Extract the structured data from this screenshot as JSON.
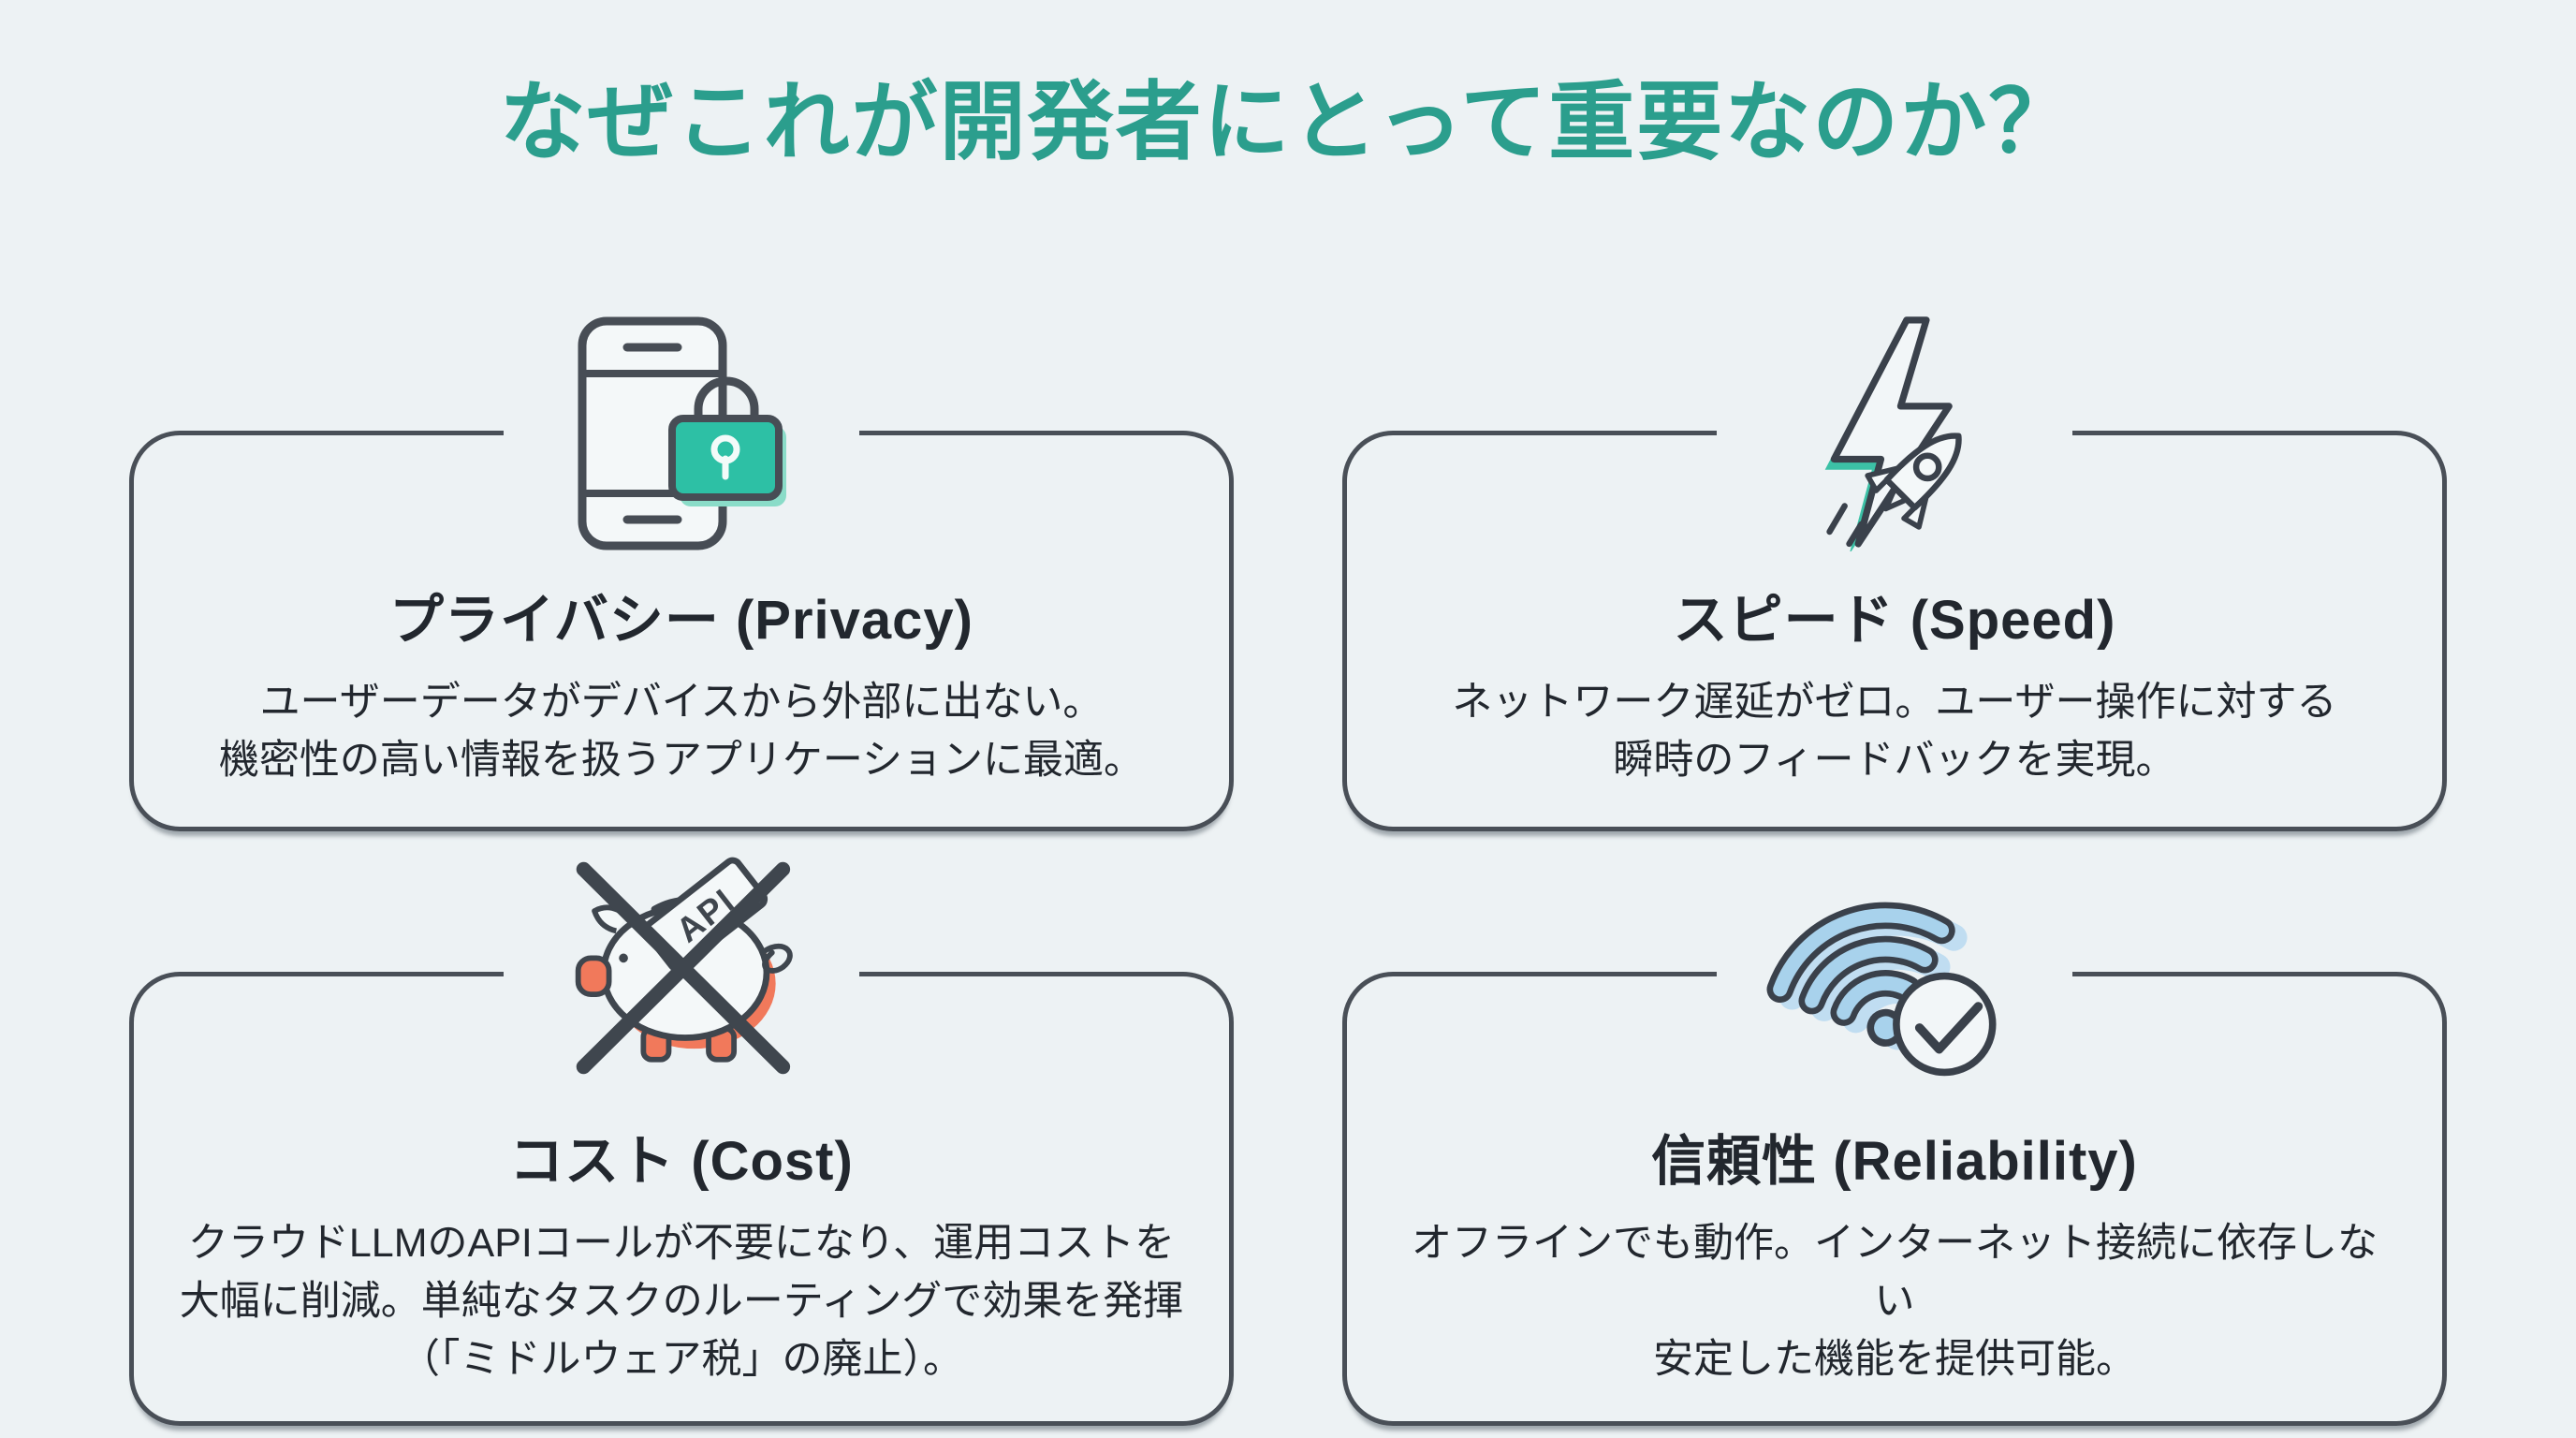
{
  "page": {
    "title": "なぜこれが開発者にとって重要なのか？",
    "background_color": "#edf2f4",
    "accent_color": "#2b9e8d",
    "card_border_color": "#494f57",
    "text_color": "#22272e"
  },
  "cards": [
    {
      "id": "privacy",
      "icon": "smartphone-lock-icon",
      "icon_colors": {
        "lock_fill": "#2dc0a5",
        "lock_shadow": "#8adcc8",
        "outline": "#474d55"
      },
      "title": "プライバシー (Privacy)",
      "body": "ユーザーデータがデバイスから外部に出ない。\n機密性の高い情報を扱うアプリケーションに最適。"
    },
    {
      "id": "speed",
      "icon": "lightning-rocket-icon",
      "icon_colors": {
        "bolt_fill": "#3cc1a6",
        "outline": "#3a414b"
      },
      "title": "スピード (Speed)",
      "body": "ネットワーク遅延がゼロ。ユーザー操作に対する\n瞬時のフィードバックを実現。"
    },
    {
      "id": "cost",
      "icon": "piggy-bank-api-crossed-icon",
      "icon_label": "API",
      "icon_colors": {
        "pig_fill": "#f1795b",
        "outline": "#3f464e"
      },
      "title": "コスト (Cost)",
      "body": "クラウドLLMのAPIコールが不要になり、運用コストを\n大幅に削減。単純なタスクのルーティングで効果を発揮\n（「ミドルウェア税」の廃止）。"
    },
    {
      "id": "reliability",
      "icon": "wifi-check-icon",
      "icon_colors": {
        "wifi_fill": "#a8d2ec",
        "wifi_shadow": "#c0ddf1",
        "outline": "#3a414b"
      },
      "title": "信頼性 (Reliability)",
      "body": "オフラインでも動作。インターネット接続に依存しない\n安定した機能を提供可能。"
    }
  ]
}
